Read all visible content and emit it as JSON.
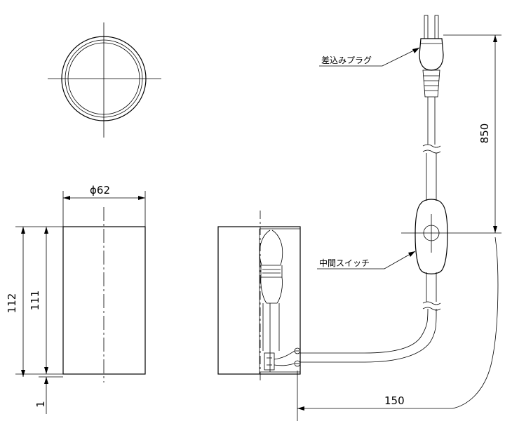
{
  "dimensions": {
    "diameter": "ϕ62",
    "height_total": "112",
    "height_body": "111",
    "gap": "1",
    "cord_length": "850",
    "offset": "150"
  },
  "labels": {
    "plug": "差込みプラグ",
    "switch": "中間スイッチ"
  }
}
